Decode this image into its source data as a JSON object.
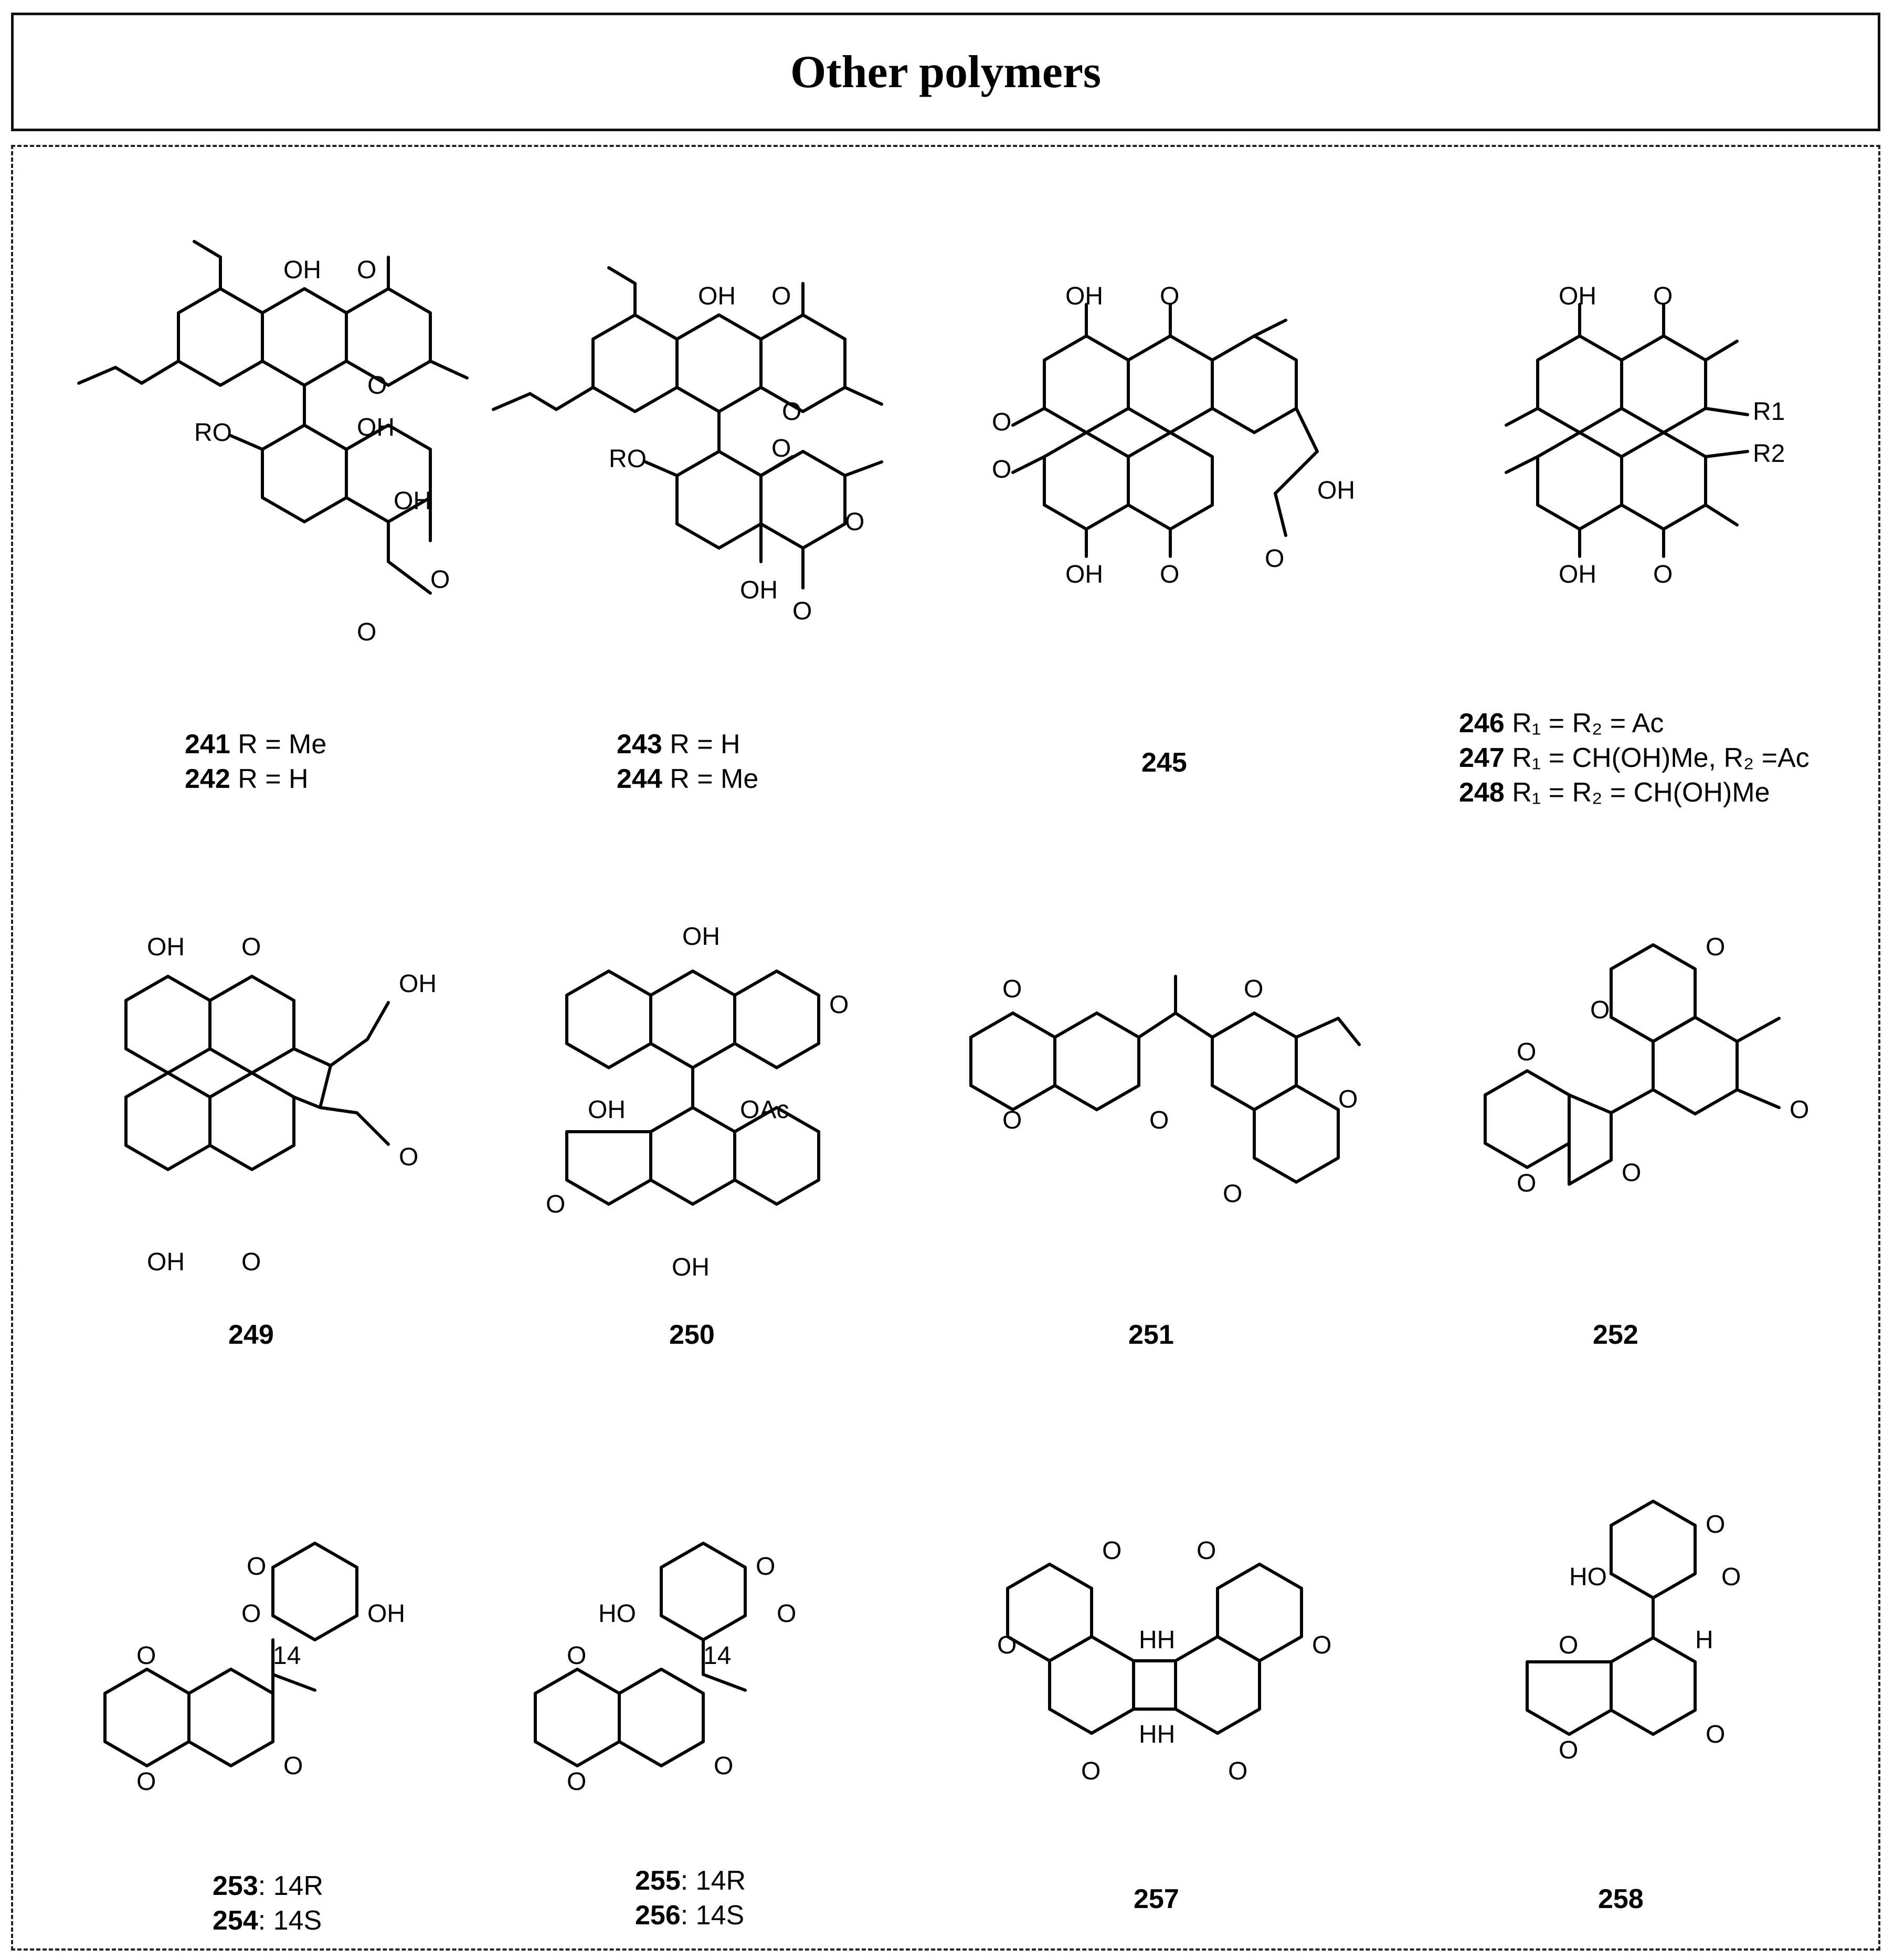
{
  "title": "Other polymers",
  "atom_labels": {
    "oh": "OH",
    "o": "O",
    "ro": "RO",
    "oac": "OAc",
    "r1": "R1",
    "r2": "R2",
    "ho": "HO",
    "h": "H",
    "hh": "HH",
    "c14": "14"
  },
  "compounds": [
    {
      "id": "c241",
      "lines": [
        {
          "num": "241",
          "text": " R = Me"
        },
        {
          "num": "242",
          "text": " R = H"
        }
      ]
    },
    {
      "id": "c243",
      "lines": [
        {
          "num": "243",
          "text": " R = H"
        },
        {
          "num": "244",
          "text": " R = Me"
        }
      ]
    },
    {
      "id": "c245",
      "lines": [
        {
          "num": "245",
          "text": ""
        }
      ]
    },
    {
      "id": "c246",
      "lines": [
        {
          "num": "246",
          "text": " R₁ = R₂ = Ac"
        },
        {
          "num": "247",
          "text": " R₁ = CH(OH)Me, R₂ =Ac"
        },
        {
          "num": "248",
          "text": " R₁ = R₂ = CH(OH)Me"
        }
      ]
    },
    {
      "id": "c249",
      "lines": [
        {
          "num": "249",
          "text": ""
        }
      ]
    },
    {
      "id": "c250",
      "lines": [
        {
          "num": "250",
          "text": ""
        }
      ]
    },
    {
      "id": "c251",
      "lines": [
        {
          "num": "251",
          "text": ""
        }
      ]
    },
    {
      "id": "c252",
      "lines": [
        {
          "num": "252",
          "text": ""
        }
      ]
    },
    {
      "id": "c253",
      "lines": [
        {
          "num": "253",
          "text": ": 14R"
        },
        {
          "num": "254",
          "text": ": 14S"
        }
      ]
    },
    {
      "id": "c255",
      "lines": [
        {
          "num": "255",
          "text": ": 14R"
        },
        {
          "num": "256",
          "text": ": 14S"
        }
      ]
    },
    {
      "id": "c257",
      "lines": [
        {
          "num": "257",
          "text": ""
        }
      ]
    },
    {
      "id": "c258",
      "lines": [
        {
          "num": "258",
          "text": ""
        }
      ]
    }
  ]
}
